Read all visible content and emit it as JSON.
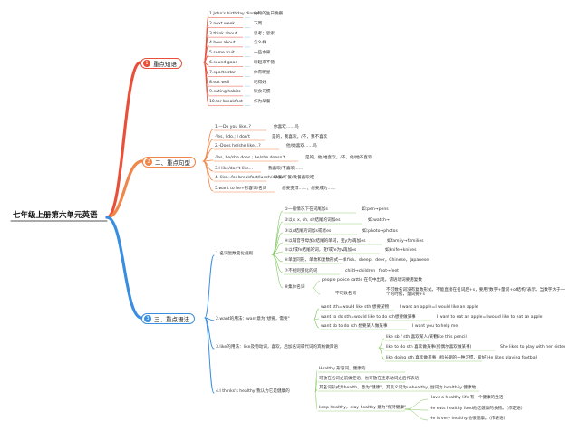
{
  "root": "七年级上册第六单元英语",
  "colors": {
    "red": "#e8503a",
    "orange": "#f0864a",
    "blue": "#3a8ee0",
    "green": "#7ec45a",
    "leaf": "#9fd7f5"
  },
  "branches": [
    {
      "num": "1",
      "label": "重点短语",
      "color": "#e8503a"
    },
    {
      "num": "2",
      "label": "二、重点句型",
      "color": "#f0864a"
    },
    {
      "num": "3",
      "label": "三、重点语法",
      "color": "#3a8ee0"
    }
  ],
  "phrases": [
    {
      "en": "1.John's birthday dinner",
      "zh": "约翰的生日晚餐"
    },
    {
      "en": "2.next week",
      "zh": "下周"
    },
    {
      "en": "3.think about",
      "zh": "思考；思索"
    },
    {
      "en": "4.how about",
      "zh": "怎么样"
    },
    {
      "en": "5.some fruit",
      "zh": "一些水果"
    },
    {
      "en": "6.sound good",
      "zh": "听起来不错"
    },
    {
      "en": "7.sports star",
      "zh": "体育明星"
    },
    {
      "en": "8.eat well",
      "zh": "吃得好"
    },
    {
      "en": "9.eating habits",
      "zh": "饮食习惯"
    },
    {
      "en": "10.for breakfast",
      "zh": "作为早餐"
    }
  ],
  "sentences": [
    {
      "en": "1.—Do you like..?",
      "zh": "你喜欢……吗"
    },
    {
      "en": "-Yes, I do.; I don't",
      "zh": "是的，我喜欢。/不，我不喜欢"
    },
    {
      "en": "2.-Does he/she like...?",
      "zh": "他/她喜欢……吗"
    },
    {
      "en": "-Yes, he/she does.; he/she doesn't",
      "zh": "是的，他/她喜欢。/不，他/她不喜欢"
    },
    {
      "en": "3.I like/don't like...",
      "zh": "我喜欢/不喜欢……"
    },
    {
      "en": "4. like…for breakfast/lunch/dinner",
      "zh": "早餐/午餐/晚餐喜欢吃"
    },
    {
      "en": "5.want to be+形容词/名词",
      "zh": "想要变得……；想要成为……"
    }
  ],
  "grammar": {
    "g1": {
      "title": "1.名词复数变化规则",
      "rules": [
        {
          "text": "①一般情况下在词尾加s",
          "ex": "如:pen→pens"
        },
        {
          "text": "②以s, x, ch, sh结尾的词加es",
          "ex": "如:watch→"
        },
        {
          "text": "③以o结尾的词加s或者es",
          "ex": "如:photo→photos"
        },
        {
          "text": "④以辅音字母加y结尾的单词，变y为i再加es",
          "ex": "如family→families"
        },
        {
          "text": "⑤以f或fe结尾的词，变f或fe为v再加es",
          "ex": "如knife→knives"
        },
        {
          "text": "⑥单复同形，单数和复数形式一样",
          "ex": "fish、sheep，deer，Chinese，Japanese"
        },
        {
          "text": "⑦不规则变化的词",
          "ex": "child→children",
          "ex2": "foot→feet"
        },
        {
          "text": "⑧集体名词",
          "sub": [
            {
              "text": "people police cattle 在句中出现，谓语动词要用复数"
            },
            {
              "text": "不可数名词",
              "ex": "不可数名词没有复数形式，不能直接在名词后+s，要用\"数字+量词+of结构\"表示，当数字大于一个的时候，量词要+s"
            }
          ]
        }
      ]
    },
    "g2": {
      "title": "2.want的用法：want意为\"想要，需要\"",
      "items": [
        {
          "text": "want sth=would like sth 想要某物",
          "ex": "I want an apple=I would like an apple"
        },
        {
          "text": "want to do sth=would like to do sth想要做某事",
          "ex": "I want to eat an apple=I would like to eat an apple"
        },
        {
          "text": "want sb to do sth 想要某人做某事",
          "ex": "I want you to help me"
        }
      ]
    },
    "g3": {
      "title": "3.like的用法：like及物动词，喜欢，后加名词或代词的宾格做宾语",
      "items": [
        {
          "text": "like sb / sth 喜欢某人/某物",
          "ex": "I like this pencil"
        },
        {
          "text": "like to do sth 喜欢做某事(指偶尔喜欢做某事)",
          "ex": "She likes to play with her sister"
        },
        {
          "text": "like doing sth 喜欢做某事（指长期的一种习惯、爱好）",
          "ex": "He likes playing football"
        }
      ]
    },
    "g4": {
      "title": "4.I thinks's healthy 我认为它是健康的",
      "items": [
        {
          "text": "Healthy 形容词，健康的"
        },
        {
          "text": "可放在名词之前做定语，也可放在连系动词之后作表语"
        },
        {
          "text": "其名词形式为health，意为\"健康\"，其反义词为unhealthy, 副词为 healthily 健康地"
        },
        {
          "text": "keep healthy，stay healthy 意为\"保持健康\"",
          "subs": [
            "Have a healthy life 有一个健康的生活",
            "He eats healthy food他吃健康的食物。（作定语）",
            "He is very healthy.他很健康。（作表语）"
          ]
        }
      ]
    }
  }
}
